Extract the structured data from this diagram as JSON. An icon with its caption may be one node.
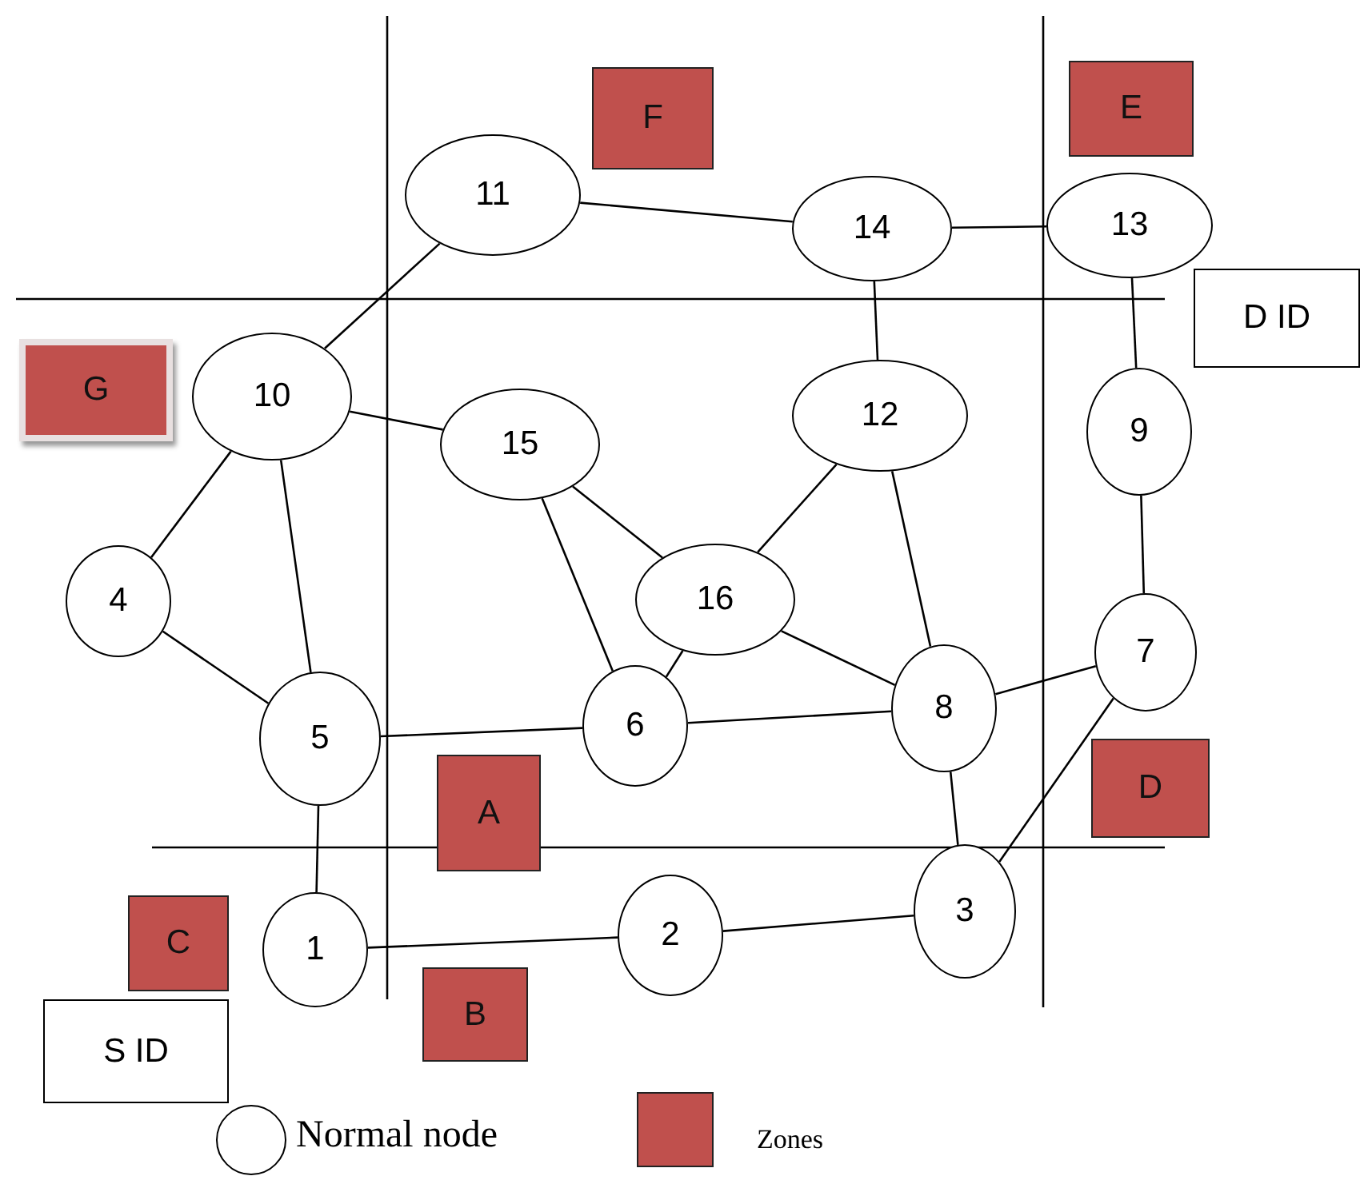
{
  "diagram": {
    "nodes": [
      {
        "text": [
          "F"
        ]
      },
      {
        "text": [
          "E"
        ]
      },
      {
        "text": [
          "11"
        ]
      },
      {
        "text": [
          "14"
        ]
      },
      {
        "text": [
          "13"
        ]
      },
      {
        "text": [
          "D ID"
        ]
      },
      {
        "text": [
          "G"
        ]
      },
      {
        "text": [
          "10"
        ]
      },
      {
        "text": [
          "12"
        ]
      },
      {
        "text": [
          "15"
        ]
      },
      {
        "text": [
          "9"
        ]
      },
      {
        "text": [
          "4"
        ]
      },
      {
        "text": [
          "16"
        ]
      },
      {
        "text": [
          "7"
        ]
      },
      {
        "text": [
          "5"
        ]
      },
      {
        "text": [
          "6"
        ]
      },
      {
        "text": [
          "8"
        ]
      },
      {
        "text": [
          "A"
        ]
      },
      {
        "text": [
          "D"
        ]
      },
      {
        "text": [
          "3"
        ]
      },
      {
        "text": [
          "C"
        ]
      },
      {
        "text": [
          "2"
        ]
      },
      {
        "text": [
          "1"
        ]
      },
      {
        "text": [
          "B"
        ]
      },
      {
        "text": [
          "S ID"
        ]
      }
    ],
    "edges": [
      {
        "from": 2,
        "to": 7,
        "arrow": "none"
      },
      {
        "from": 2,
        "to": 3,
        "arrow": "none"
      },
      {
        "from": 3,
        "to": 4,
        "arrow": "none"
      },
      {
        "from": 3,
        "to": 8,
        "arrow": "none"
      },
      {
        "from": 4,
        "to": 10,
        "arrow": "none"
      },
      {
        "from": 7,
        "to": 9,
        "arrow": "none"
      },
      {
        "from": 7,
        "to": 11,
        "arrow": "none"
      },
      {
        "from": 7,
        "to": 14,
        "arrow": "none"
      },
      {
        "from": 11,
        "to": 14,
        "arrow": "none"
      },
      {
        "from": 9,
        "to": 12,
        "arrow": "none"
      },
      {
        "from": 9,
        "to": 15,
        "arrow": "none"
      },
      {
        "from": 8,
        "to": 12,
        "arrow": "none"
      },
      {
        "from": 8,
        "to": 16,
        "arrow": "none"
      },
      {
        "from": 12,
        "to": 15,
        "arrow": "none"
      },
      {
        "from": 12,
        "to": 16,
        "arrow": "none"
      },
      {
        "from": 15,
        "to": 16,
        "arrow": "none"
      },
      {
        "from": 14,
        "to": 15,
        "arrow": "none"
      },
      {
        "from": 14,
        "to": 22,
        "arrow": "none"
      },
      {
        "from": 10,
        "to": 13,
        "arrow": "none"
      },
      {
        "from": 13,
        "to": 16,
        "arrow": "none"
      },
      {
        "from": 13,
        "to": 19,
        "arrow": "none"
      },
      {
        "from": 16,
        "to": 19,
        "arrow": "none"
      },
      {
        "from": 22,
        "to": 21,
        "arrow": "none"
      },
      {
        "from": 21,
        "to": 19,
        "arrow": "none"
      }
    ],
    "legend": [
      {
        "text": "Normal node"
      },
      {
        "text": "Zones",
        "color": "#c0504d"
      }
    ]
  }
}
